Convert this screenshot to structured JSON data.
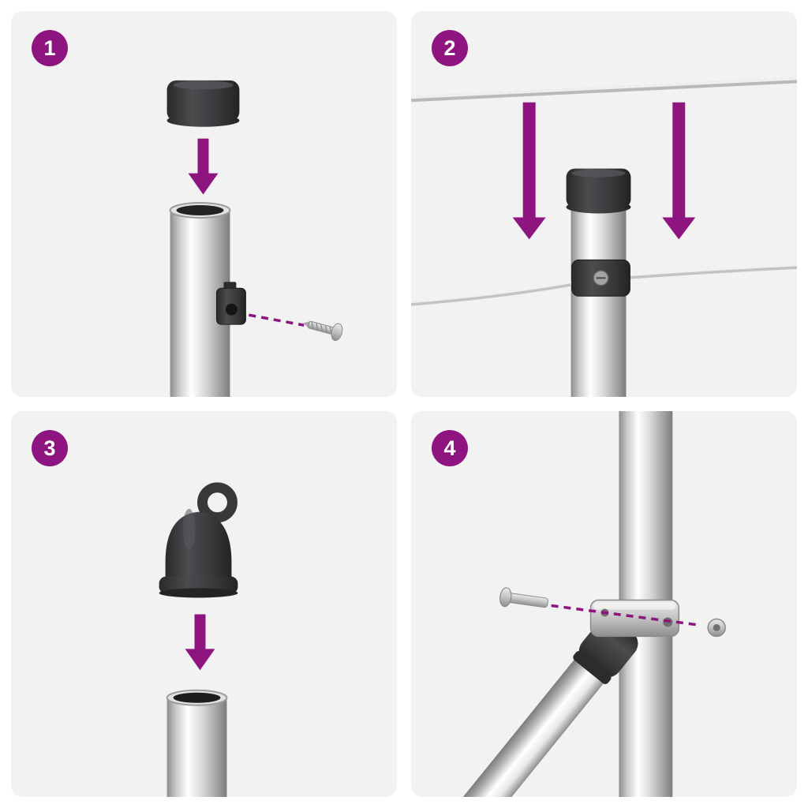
{
  "document": {
    "type": "assembly-instruction-sheet",
    "panel_count": 4
  },
  "colors": {
    "accent": "#8E1480",
    "panel_bg": "#F2F2F2",
    "canvas_bg": "#FFFFFF",
    "cap_dark": "#3A3A3D",
    "metal_light": "#E8E8E8",
    "metal_dark": "#8D8D8D"
  },
  "steps": [
    {
      "number": "1",
      "illustration": "push-cap-onto-post-and-fit-screw-bracket"
    },
    {
      "number": "2",
      "illustration": "lower-wire-onto-post-wire-clamp"
    },
    {
      "number": "3",
      "illustration": "fit-eyelet-cap-onto-post"
    },
    {
      "number": "4",
      "illustration": "bolt-diagonal-brace-clamp-to-post"
    }
  ]
}
